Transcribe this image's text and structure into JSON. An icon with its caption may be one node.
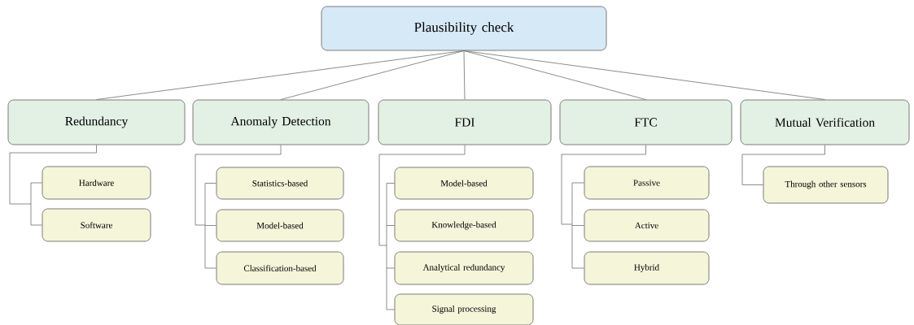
{
  "diagram": {
    "nodes": [
      {
        "text": [
          "Plausibility check"
        ]
      },
      {
        "text": [
          "Redundancy"
        ]
      },
      {
        "text": [
          "Anomaly Detection"
        ]
      },
      {
        "text": [
          "FDI"
        ]
      },
      {
        "text": [
          "FTC"
        ]
      },
      {
        "text": [
          "Mutual Verification"
        ]
      },
      {
        "text": [
          "Hardware"
        ]
      },
      {
        "text": [
          "Software"
        ]
      },
      {
        "text": [
          "Statistics-based"
        ]
      },
      {
        "text": [
          "Model-based"
        ]
      },
      {
        "text": [
          "Classification-based"
        ]
      },
      {
        "text": [
          "Model-based"
        ]
      },
      {
        "text": [
          "Knowledge-based"
        ]
      },
      {
        "text": [
          "Analytical redundancy"
        ]
      },
      {
        "text": [
          "Signal processing"
        ]
      },
      {
        "text": [
          "Passive"
        ]
      },
      {
        "text": [
          "Active"
        ]
      },
      {
        "text": [
          "Hybrid"
        ]
      },
      {
        "text": [
          "Through other sensors"
        ]
      }
    ],
    "edges": [
      {
        "from": 0,
        "to": 1,
        "arrow": "none"
      },
      {
        "from": 0,
        "to": 2,
        "arrow": "none"
      },
      {
        "from": 0,
        "to": 3,
        "arrow": "none"
      },
      {
        "from": 0,
        "to": 4,
        "arrow": "none"
      },
      {
        "from": 0,
        "to": 5,
        "arrow": "none"
      },
      {
        "from": 1,
        "to": 6,
        "arrow": "none"
      },
      {
        "from": 1,
        "to": 7,
        "arrow": "none"
      },
      {
        "from": 2,
        "to": 8,
        "arrow": "none"
      },
      {
        "from": 2,
        "to": 9,
        "arrow": "none"
      },
      {
        "from": 2,
        "to": 10,
        "arrow": "none"
      },
      {
        "from": 3,
        "to": 11,
        "arrow": "none"
      },
      {
        "from": 3,
        "to": 12,
        "arrow": "none"
      },
      {
        "from": 3,
        "to": 13,
        "arrow": "none"
      },
      {
        "from": 3,
        "to": 14,
        "arrow": "none"
      },
      {
        "from": 4,
        "to": 15,
        "arrow": "none"
      },
      {
        "from": 4,
        "to": 16,
        "arrow": "none"
      },
      {
        "from": 4,
        "to": 17,
        "arrow": "none"
      },
      {
        "from": 5,
        "to": 18,
        "arrow": "none"
      }
    ]
  }
}
